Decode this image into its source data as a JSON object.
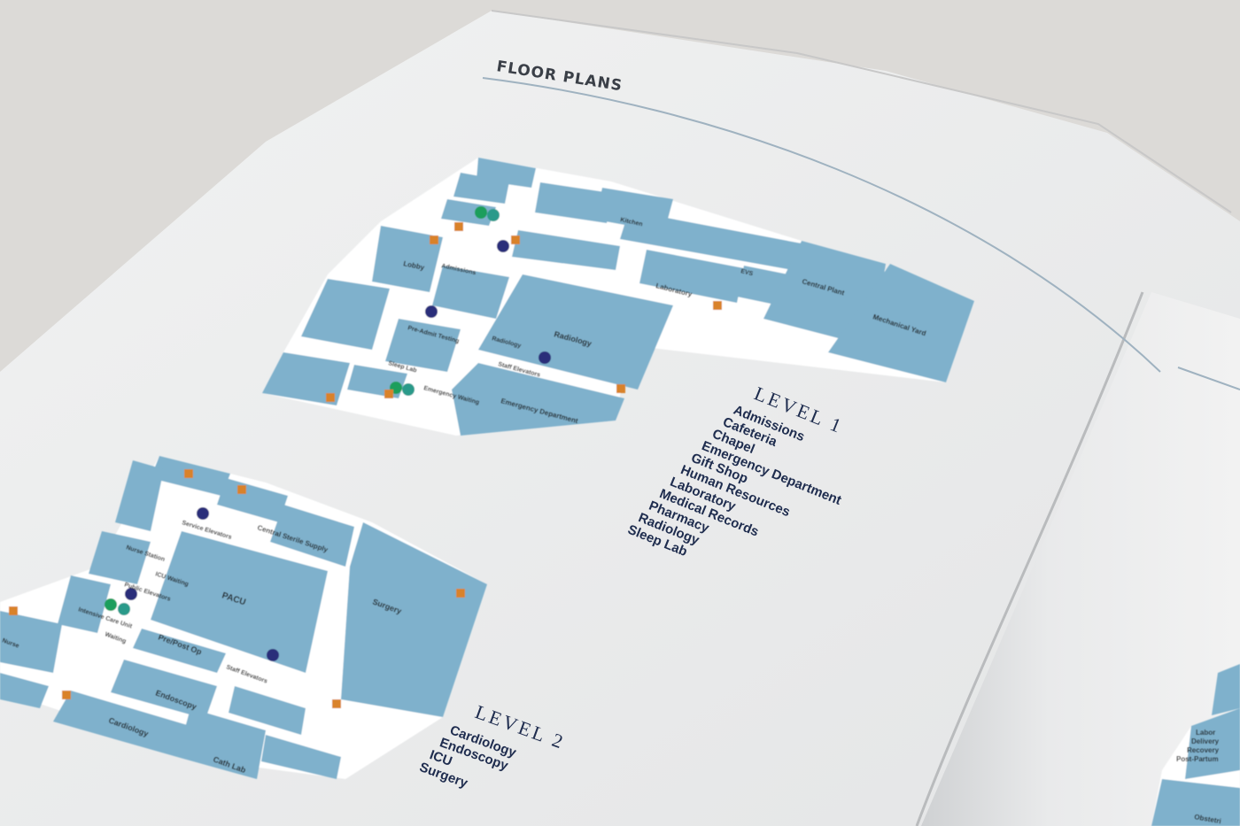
{
  "header": {
    "title": "FLOOR PLANS"
  },
  "level1": {
    "heading": "LEVEL 1",
    "items": [
      "Admissions",
      "Cafeteria",
      "Chapel",
      "Emergency Department",
      "Gift Shop",
      "Human Resources",
      "Laboratory",
      "Medical Records",
      "Pharmacy",
      "Radiology",
      "Sleep Lab"
    ],
    "map_labels": {
      "lobby": "Lobby",
      "admissions": "Admissions",
      "kitchen": "Kitchen",
      "laboratory": "Laboratory",
      "radiology": "Radiology",
      "radiology_small": "Radiology",
      "emergency": "Emergency Department",
      "emergency_waiting": "Emergency Waiting",
      "staff_elevators": "Staff Elevators",
      "central_plant": "Central Plant",
      "mechanical_yard": "Mechanical Yard",
      "evs": "EVS",
      "sleep_lab": "Sleep Lab",
      "pre_admit": "Pre-Admit Testing"
    }
  },
  "level2": {
    "heading": "LEVEL 2",
    "items": [
      "Cardiology",
      "Endoscopy",
      "ICU",
      "Surgery"
    ],
    "map_labels": {
      "service_elevators": "Service Elevators",
      "central_sterile": "Central Sterile Supply",
      "nurse_station": "Nurse Station",
      "icu_waiting": "ICU Waiting",
      "public_elevators": "Public Elevators",
      "intensive_care": "Intensive Care Unit",
      "pacu": "PACU",
      "surgery": "Surgery",
      "waiting": "Waiting",
      "pre_post_op": "Pre/Post Op",
      "staff_elevators": "Staff Elevators",
      "endoscopy": "Endoscopy",
      "cardiology": "Cardiology",
      "cath_lab": "Cath Lab",
      "nurse": "Nurse"
    }
  },
  "level3": {
    "map_labels": {
      "labor_1": "Labor",
      "labor_2": "Delivery",
      "labor_3": "Recovery",
      "labor_4": "Post-Partum",
      "obstetrics": "Obstetri"
    }
  },
  "colors": {
    "room": "#7fb1cc",
    "corridor": "#ffffff",
    "ink": "#1e2c4e",
    "accent": "#d9822b",
    "elevator": "#2c2f7a",
    "restroom": "#1f9e5b"
  }
}
